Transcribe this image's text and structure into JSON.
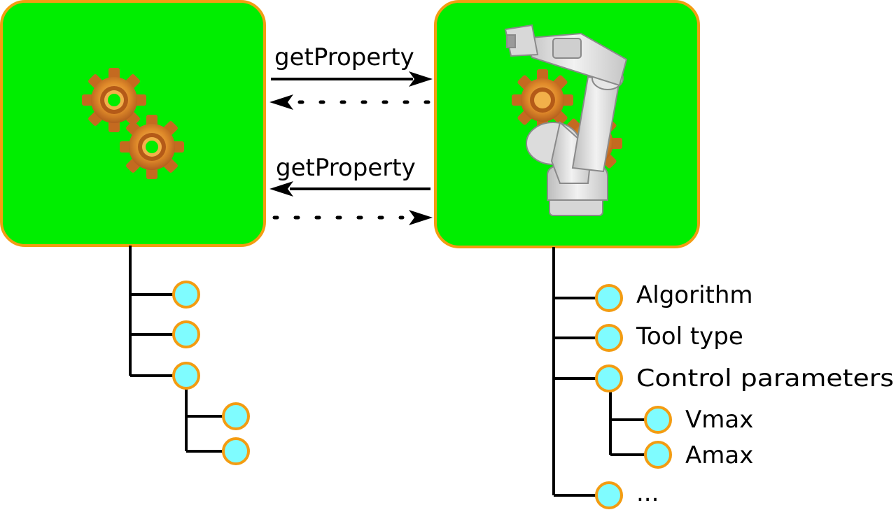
{
  "colors": {
    "box_fill": "#00ee00",
    "box_border": "#f39c12",
    "node_fill": "#7ffcff",
    "node_border": "#f39c12",
    "line": "#000000"
  },
  "arrows": {
    "top_label": "getProperty",
    "bottom_label": "getProperty"
  },
  "left_box": {
    "icon": "gears-icon"
  },
  "right_box": {
    "icons": [
      "robot-arm-icon",
      "gears-icon"
    ]
  },
  "right_tree": {
    "items": [
      "Algorithm",
      "Tool type",
      "Control parameters",
      "..."
    ],
    "sub_items": [
      "Vmax",
      "Amax"
    ]
  }
}
